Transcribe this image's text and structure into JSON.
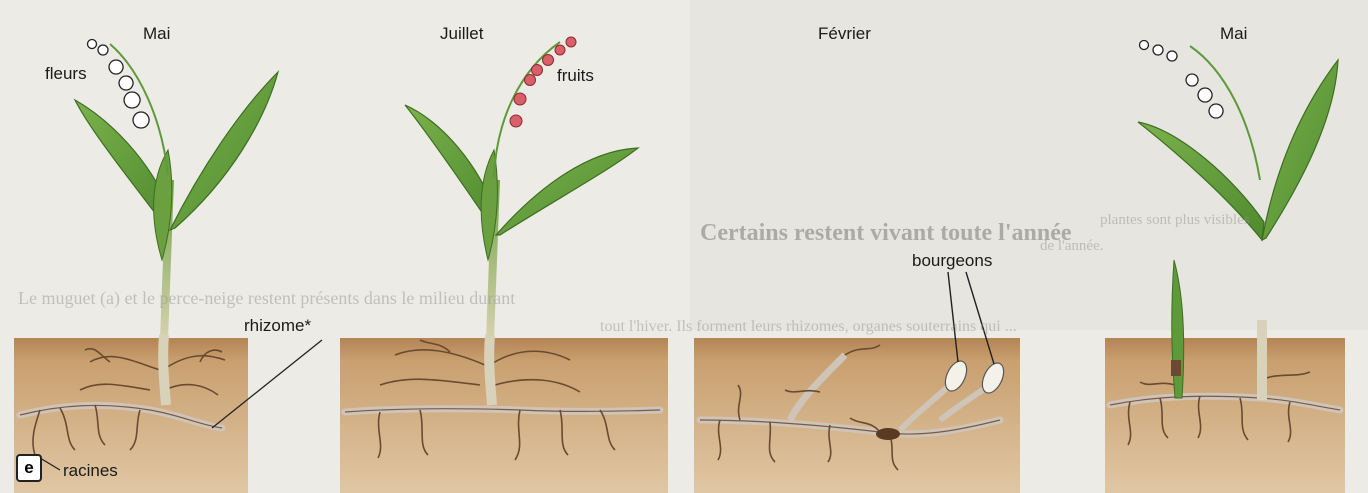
{
  "panel_letter": "e",
  "months": {
    "m1": "Mai",
    "m2": "Juillet",
    "m3": "Février",
    "m4": "Mai"
  },
  "labels": {
    "fleurs": "fleurs",
    "fruits": "fruits",
    "rhizome": "rhizome*",
    "bourgeons": "bourgeons",
    "racines": "racines"
  },
  "background_text": {
    "heading": "Certains restent vivant toute l'année",
    "line1": "Le muguet (a) et le perce-neige restent présents dans le milieu durant",
    "line2": "tout l'hiver. Ils forment leurs rhizomes, organes souterrains qui ...",
    "right1": "plantes sont plus visibles",
    "right2": "de l'année."
  },
  "colors": {
    "soil": "#c9a070",
    "leaf": "#5f9a3a",
    "leaf_dark": "#3e6e22",
    "root": "#6a4a30",
    "fruit": "#d9606a"
  }
}
